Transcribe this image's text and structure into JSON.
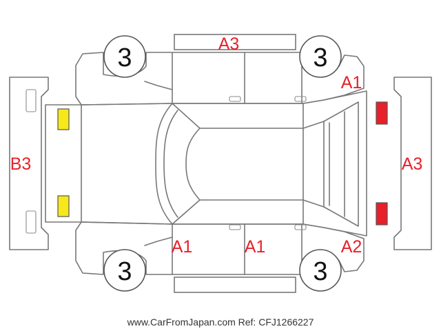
{
  "colors": {
    "damage_code": "#e8202a",
    "marker_yellow": "#f7e81c",
    "marker_red": "#e8202a",
    "outline": "#777777"
  },
  "wheels": {
    "front_left": "3",
    "rear_left": "3",
    "front_right": "3",
    "rear_right": "3"
  },
  "codes": {
    "roof_top": "A3",
    "front_top_corner": "A1",
    "rear_bumper": "B3",
    "front_bumper": "A3",
    "rear_door_bottom": "A1",
    "front_door_bottom": "A1",
    "front_bottom_corner": "A2"
  },
  "markers": {
    "rear_lights": "yellow",
    "front_lights": "red"
  },
  "footer": "www.CarFromJapan.com Ref: CFJ1266227"
}
